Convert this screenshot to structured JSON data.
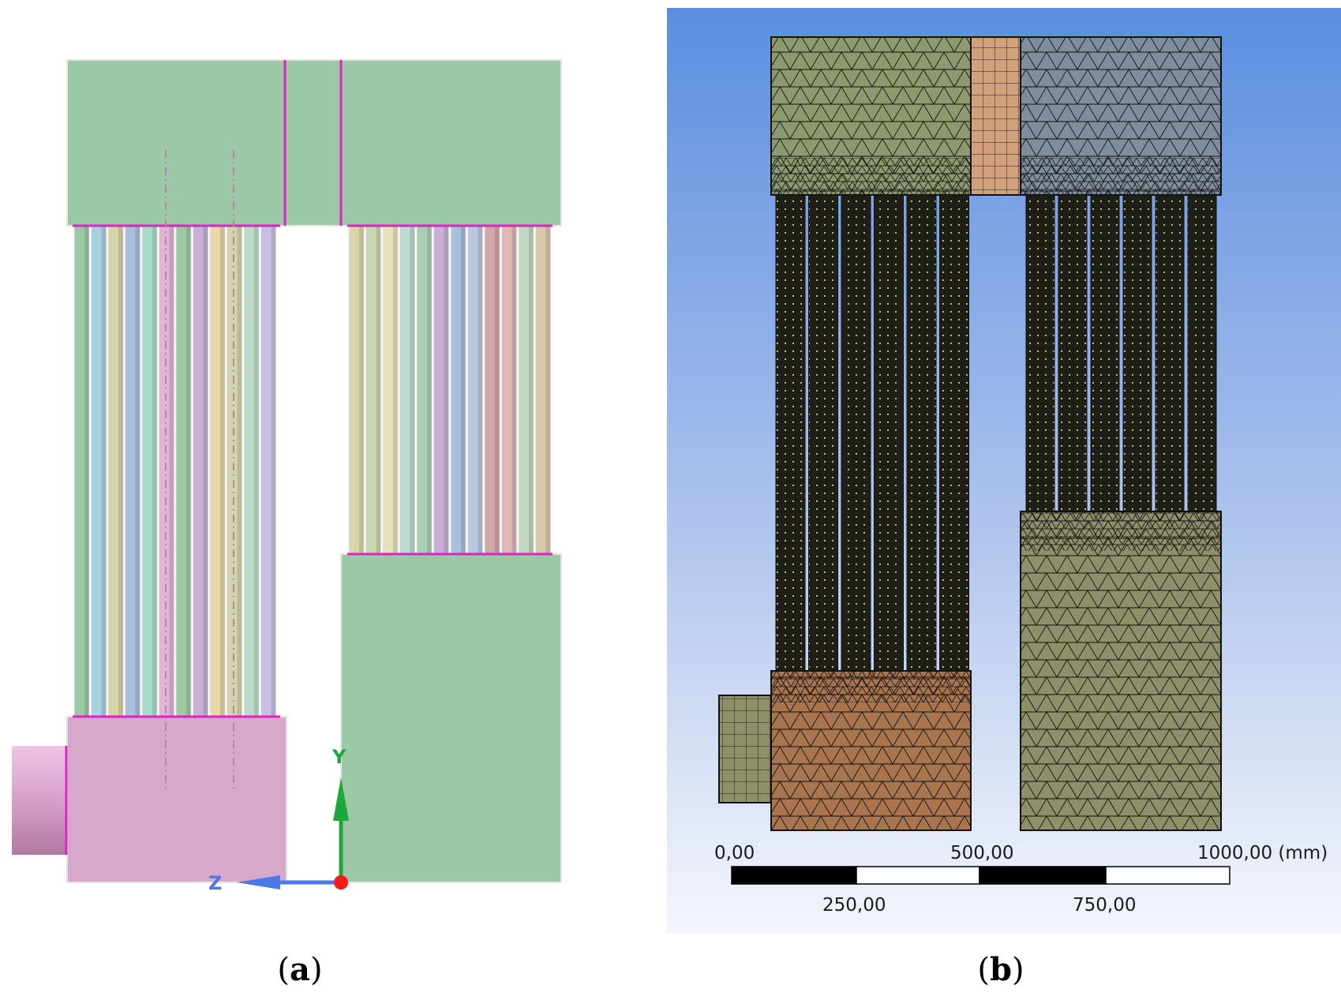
{
  "panel_a": {
    "caption_letter": "a",
    "axis_y_label": "Y",
    "axis_z_label": "Z",
    "colors": {
      "header_green": "#9cc9a5",
      "inlet_pink": "#d8a8cb",
      "edge_magenta": "#e020c8",
      "axis_green": "#1aa83a",
      "axis_blue": "#4a78e8",
      "origin_red": "#ff1a1a"
    }
  },
  "panel_b": {
    "caption_letter": "b",
    "scale_bar": {
      "top_labels": [
        "0,00",
        "500,00",
        "1000,00 (mm)"
      ],
      "bottom_labels": [
        "250,00",
        "750,00"
      ]
    },
    "colors": {
      "background_top": "#5b8ee0",
      "background_bottom": "#f4f6fb",
      "mesh_green": "#8c9a6e",
      "mesh_blue_grey": "#7f8e9c",
      "mesh_orange": "#d2a07a",
      "mesh_brown": "#a8754e",
      "mesh_olive": "#8f8f69",
      "tube_dark": "#1e2016"
    }
  }
}
